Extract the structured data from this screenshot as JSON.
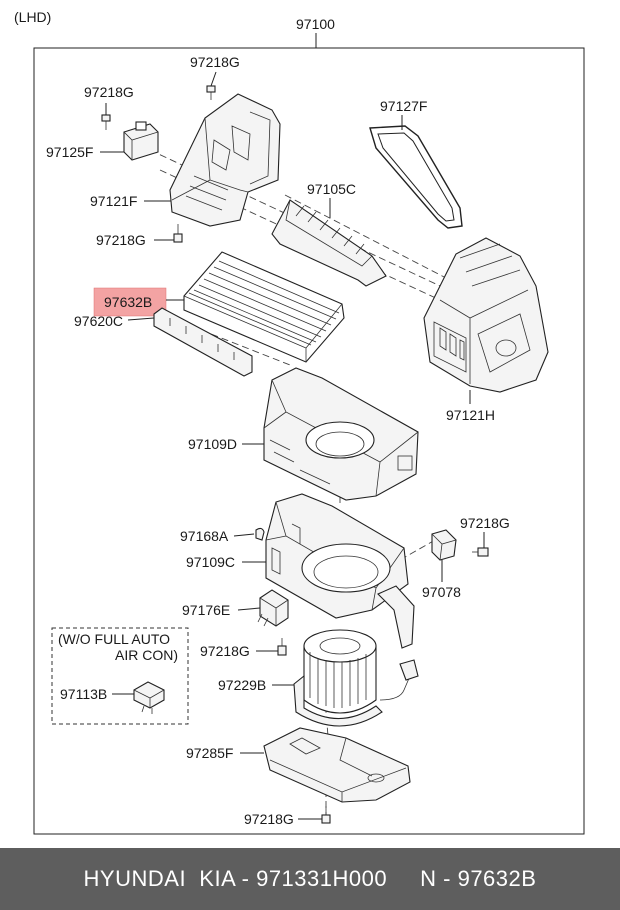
{
  "diagram": {
    "orientation_tag": "(LHD)",
    "assembly_no": "97100",
    "labels": {
      "97218G_top": "97218G",
      "97218G_left": "97218G",
      "97125F": "97125F",
      "97127F": "97127F",
      "97105C": "97105C",
      "97121F": "97121F",
      "97218G_mid": "97218G",
      "97632B": "97632B",
      "97620C": "97620C",
      "97121H": "97121H",
      "97109D": "97109D",
      "97168A": "97168A",
      "97218G_right": "97218G",
      "97109C": "97109C",
      "97078": "97078",
      "97176E": "97176E",
      "97218G_motor": "97218G",
      "97229B": "97229B",
      "97113B": "97113B",
      "97285F": "97285F",
      "97218G_bottom": "97218G"
    },
    "inset_note_line1": "(W/O FULL AUTO",
    "inset_note_line2": "AIR CON)",
    "highlight_color": "#f3a3a3"
  },
  "footer": {
    "text": "HYUNDAI  KIA - 971331H000     N - 97632B"
  }
}
